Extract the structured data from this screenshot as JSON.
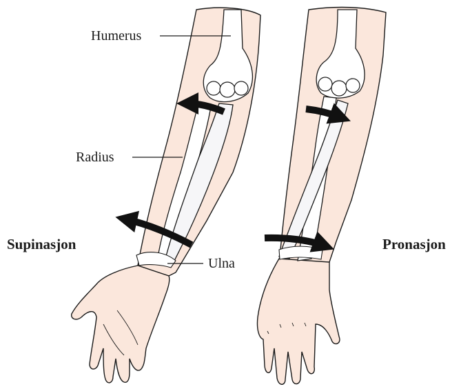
{
  "labels": {
    "humerus": "Humerus",
    "radius": "Radius",
    "ulna": "Ulna",
    "supination": "Supinasjon",
    "pronation": "Pronasjon"
  },
  "colors": {
    "skin": "#fbe7dc",
    "skin_shadow": "#efd3c3",
    "bone": "#ffffff",
    "bone_shade": "#dfe0e4",
    "outline": "#1a1a1a",
    "arrow": "#111111"
  }
}
